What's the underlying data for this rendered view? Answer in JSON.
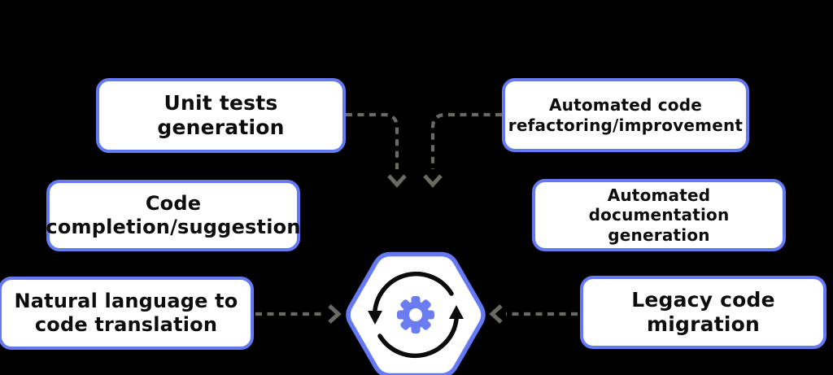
{
  "diagram": {
    "boxes": [
      {
        "id": "unit-tests",
        "label": "Unit tests\ngeneration"
      },
      {
        "id": "refactoring",
        "label": "Automated code\nrefactoring/improvement"
      },
      {
        "id": "completion",
        "label": "Code\ncompletion/suggestion"
      },
      {
        "id": "documentation",
        "label": "Automated\ndocumentation generation"
      },
      {
        "id": "natural-language",
        "label": "Natural language to\ncode translation"
      },
      {
        "id": "legacy-migration",
        "label": "Legacy code\nmigration"
      }
    ],
    "center_icon": {
      "shape": "hexagon",
      "icons": [
        "gear-icon",
        "sync-arrows-icon"
      ]
    },
    "connectors": [
      {
        "from": "unit-tests",
        "to": "center",
        "style": "dashed",
        "direction": "down"
      },
      {
        "from": "refactoring",
        "to": "center",
        "style": "dashed",
        "direction": "down"
      },
      {
        "from": "natural-language",
        "to": "center",
        "style": "dashed",
        "direction": "right"
      },
      {
        "from": "legacy-migration",
        "to": "center",
        "style": "dashed",
        "direction": "left"
      }
    ],
    "colors": {
      "background": "#000000",
      "box_fill": "#ffffff",
      "box_border": "#6679f4",
      "gear": "#6b7cf0",
      "connector_gray": "#6a6a64",
      "text": "#0d0d0d",
      "sync_arrows": "#0c0c0c"
    }
  }
}
